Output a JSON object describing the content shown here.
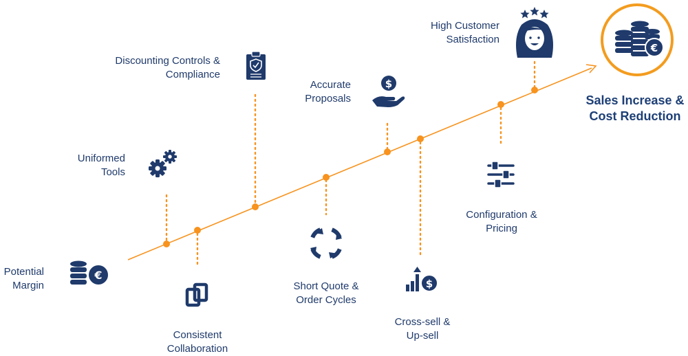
{
  "colors": {
    "navy": "#1f3a6b",
    "orange": "#f7931e",
    "orange_ring": "#f39c1f"
  },
  "milestones": [
    {
      "id": "potential-margin",
      "line1": "Potential",
      "line2": "Margin",
      "icon": "coins-euro-icon"
    },
    {
      "id": "uniformed-tools",
      "line1": "Uniformed",
      "line2": "Tools",
      "icon": "gears-icon"
    },
    {
      "id": "consistent-collaboration",
      "line1": "Consistent",
      "line2": "Collaboration",
      "icon": "collaboration-squares-icon"
    },
    {
      "id": "discounting-controls",
      "line1": "Discounting Controls &",
      "line2": "Compliance",
      "icon": "clipboard-shield-icon"
    },
    {
      "id": "short-quote",
      "line1": "Short Quote &",
      "line2": "Order Cycles",
      "icon": "cycle-arrows-icon"
    },
    {
      "id": "accurate-proposals",
      "line1": "Accurate",
      "line2": "Proposals",
      "icon": "hand-dollar-icon"
    },
    {
      "id": "cross-sell",
      "line1": "Cross-sell &",
      "line2": "Up-sell",
      "icon": "chart-dollar-icon"
    },
    {
      "id": "configuration-pricing",
      "line1": "Configuration &",
      "line2": "Pricing",
      "icon": "sliders-icon"
    },
    {
      "id": "high-customer-satisfaction",
      "line1": "High Customer",
      "line2": "Satisfaction",
      "icon": "happy-customer-icon"
    },
    {
      "id": "sales-increase",
      "line1": "Sales Increase &",
      "line2": "Cost Reduction",
      "icon": "coin-stacks-euro-icon"
    }
  ]
}
